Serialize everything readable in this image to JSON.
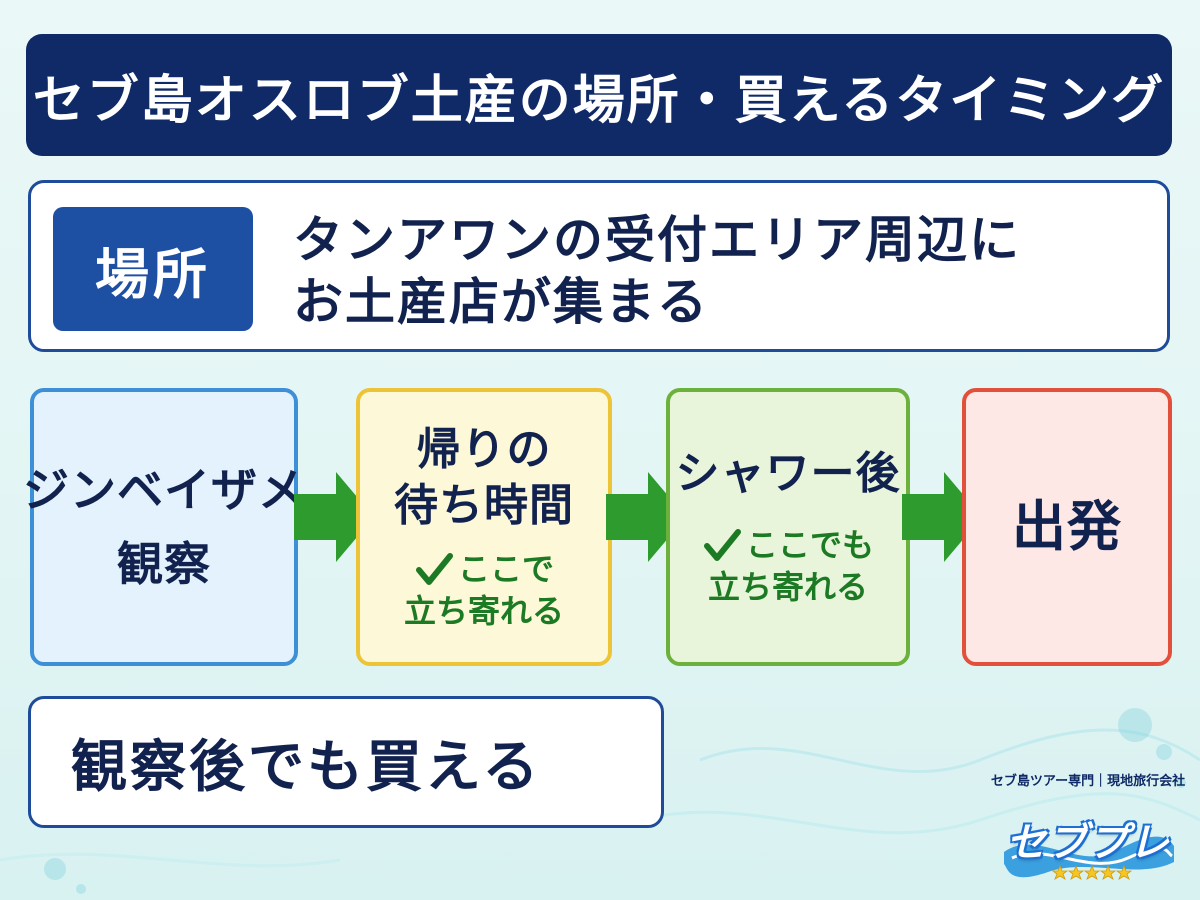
{
  "title": "セブ島オスロブ土産の場所・買えるタイミング",
  "location": {
    "badge": "場所",
    "line1": "タンアワンの受付エリア周辺に",
    "line2": "お土産店が集まる"
  },
  "steps": [
    {
      "line1": "ジンベイザメ",
      "line2": "観察"
    },
    {
      "line1": "帰りの",
      "line2": "待ち時間",
      "note1": "ここで",
      "note2": "立ち寄れる"
    },
    {
      "line1": "シャワー後",
      "note1": "ここでも",
      "note2": "立ち寄れる"
    },
    {
      "line1": "出発"
    }
  ],
  "note_bottom": "観察後でも買える",
  "logo": {
    "tagline": "セブ島ツアー専門｜現地旅行会社",
    "word": "セブプレ"
  },
  "colors": {
    "title_bg": "#0f2a66",
    "text": "#12224f",
    "arrow": "#2e9b2e",
    "check": "#1d7a24",
    "step1_border": "#3d8fd8",
    "step2_border": "#edc438",
    "step3_border": "#6cb13c",
    "step4_border": "#e2503b"
  }
}
